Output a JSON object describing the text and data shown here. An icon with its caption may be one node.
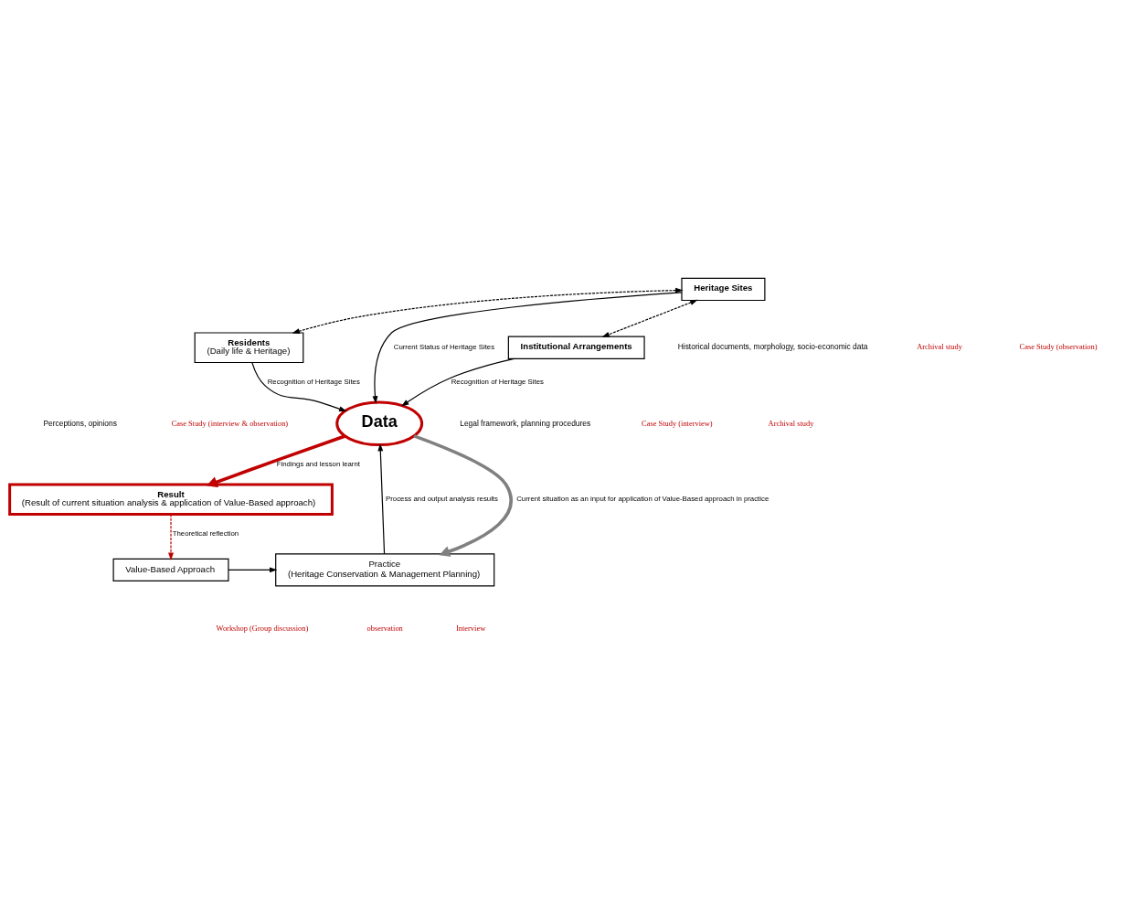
{
  "diagram": {
    "nodes": [
      {
        "text": [
          "Heritage Sites"
        ]
      },
      {
        "text": [
          "Residents",
          "(Daily life & Heritage)"
        ]
      },
      {
        "text": [
          "Institutional Arrangements"
        ]
      },
      {
        "text": [
          "Data"
        ]
      },
      {
        "text": [
          "Practice",
          "(Heritage Conservation & Management Planning)"
        ]
      },
      {
        "text": [
          "Value-Based Approach"
        ]
      },
      {
        "text": [
          "Result",
          "(Result of current situation analysis & application of Value-Based approach)"
        ]
      }
    ],
    "edges": [
      {
        "from": 0,
        "to": 1,
        "arrow": "both",
        "style": "dashed"
      },
      {
        "from": 0,
        "to": 2,
        "arrow": "both",
        "style": "dashed"
      },
      {
        "from": 0,
        "to": 3,
        "arrow": "to",
        "label": "Current Status of Heritage Sites"
      },
      {
        "from": 1,
        "to": 3,
        "arrow": "to",
        "label": "Recognition of Heritage Sites"
      },
      {
        "from": 2,
        "to": 3,
        "arrow": "to",
        "label": "Recognition of Heritage Sites"
      },
      {
        "from": 4,
        "to": 3,
        "arrow": "to",
        "label": "Process and output analysis results"
      },
      {
        "from": 3,
        "to": 4,
        "arrow": "to",
        "style": "thick",
        "color": "#808080",
        "label": "Current situation as an input for application of Value-Based approach in practice"
      },
      {
        "from": 5,
        "to": 4,
        "arrow": "to"
      },
      {
        "from": 3,
        "to": 6,
        "arrow": "to",
        "style": "thick",
        "color": "#c00000",
        "label": "Findings and lesson learnt"
      },
      {
        "from": 6,
        "to": 5,
        "arrow": "to",
        "style": "dashed",
        "color": "#c00000",
        "label": "Theoretical reflection"
      }
    ],
    "labels": [
      "Historical documents, morphology, socio-economic data",
      "Archival study",
      "Case Study (observation)",
      "Perceptions, opinions",
      "Case Study (interview & observation)",
      "Legal framework, planning procedures",
      "Case Study (interview)",
      "Archival study",
      "Workshop (Group discussion)",
      "observation",
      "Interview"
    ]
  }
}
